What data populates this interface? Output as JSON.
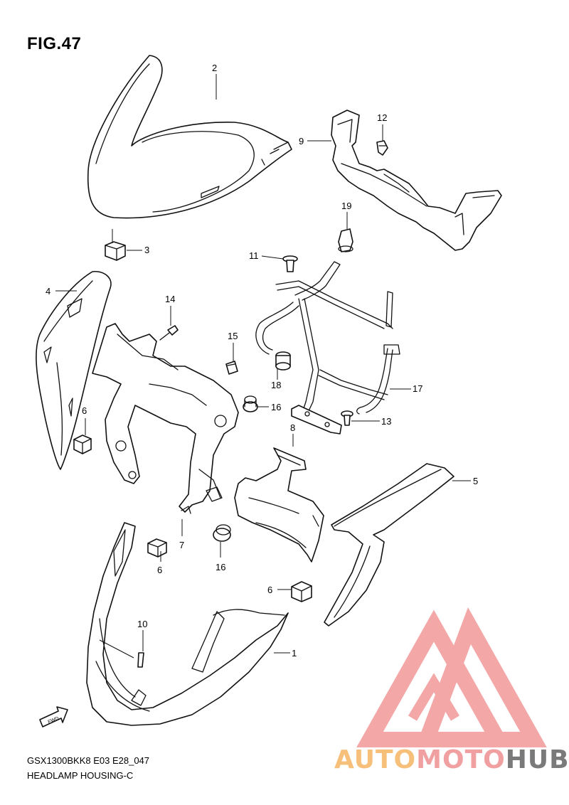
{
  "title": "FIG.47",
  "footer": {
    "code": "GSX1300BKK8 E03 E28_047",
    "name": "HEADLAMP HOUSING-C"
  },
  "brand": {
    "part1": "AUTO",
    "part2": "MOTO",
    "part3": "HUB",
    "color_auto": "#f7c07a",
    "color_moto": "#f0a0a0",
    "color_hub": "#7a7a7a",
    "logo_color": "#f08a8a"
  },
  "fwd_label": "FWD",
  "callouts": [
    "1",
    "2",
    "3",
    "4",
    "5",
    "6",
    "6",
    "6",
    "7",
    "8",
    "9",
    "10",
    "11",
    "12",
    "13",
    "14",
    "15",
    "16",
    "16",
    "17",
    "18",
    "19"
  ]
}
